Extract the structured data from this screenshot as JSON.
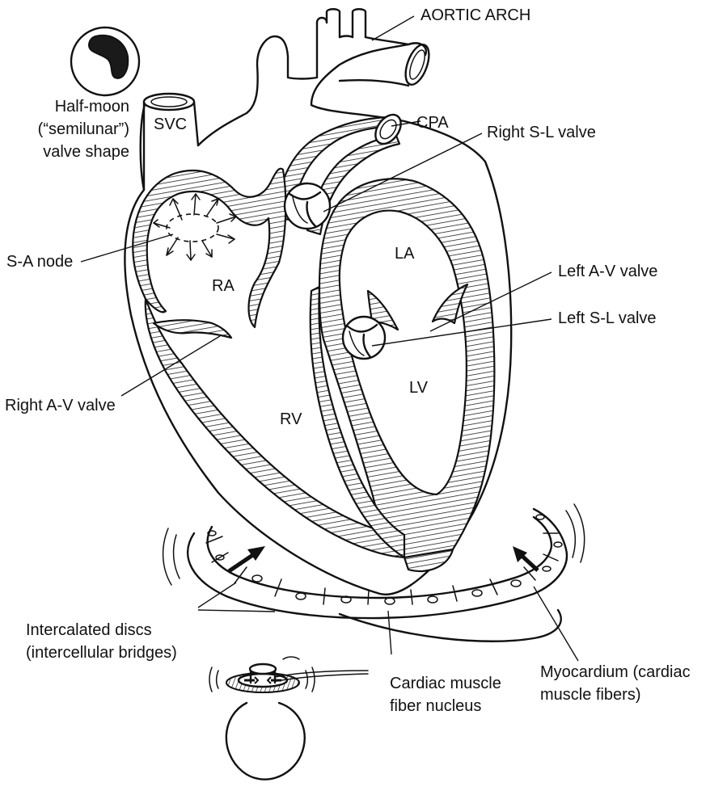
{
  "labels": {
    "aortic_arch": "AORTIC ARCH",
    "half_moon_1": "Half-moon",
    "half_moon_2": "(“semilunar”)",
    "half_moon_3": "valve shape",
    "svc": "SVC",
    "cpa": "CPA",
    "right_sl_valve": "Right S-L valve",
    "sa_node": "S-A node",
    "la": "LA",
    "ra": "RA",
    "left_av_valve": "Left A-V valve",
    "left_sl_valve": "Left S-L valve",
    "lv": "LV",
    "rv": "RV",
    "right_av_valve": "Right A-V valve",
    "intercalated_1": "Intercalated discs",
    "intercalated_2": "(intercellular bridges)",
    "myocardium_1": "Myocardium (cardiac",
    "myocardium_2": "muscle fibers)",
    "nucleus_1": "Cardiac muscle",
    "nucleus_2": "fiber nucleus"
  },
  "colors": {
    "ink": "#111111",
    "paper": "#ffffff",
    "muscle_fill": "#ffffff",
    "bulb_shading": "#111111"
  },
  "icons": {
    "valve_shape": "half-moon-valve-icon",
    "squeeze_bulb": "squeeze-bulb-icon"
  }
}
